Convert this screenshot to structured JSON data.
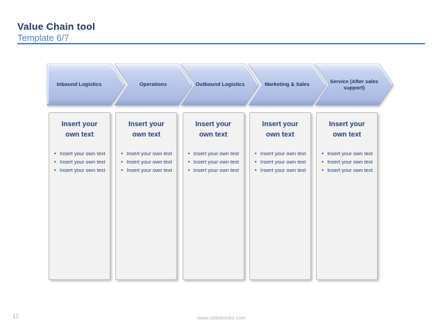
{
  "slide": {
    "title": "Value Chain tool",
    "subtitle": "Template 6/7"
  },
  "chain": {
    "steps": [
      {
        "label": "Inbound Logistics"
      },
      {
        "label": "Operations"
      },
      {
        "label": "Outbound Logistics"
      },
      {
        "label": "Marketing & Sales"
      },
      {
        "label": "Service (After sales support)"
      }
    ]
  },
  "columns": [
    {
      "header": "Insert your own text",
      "bullets": [
        "Insert your own text",
        "Insert your own text",
        "Insert your own text"
      ]
    },
    {
      "header": "Insert your own text",
      "bullets": [
        "Insert your own text",
        "Insert your own text",
        "Insert your own text"
      ]
    },
    {
      "header": "Insert your own text",
      "bullets": [
        "Insert your own text",
        "Insert your own text",
        "Insert your own text"
      ]
    },
    {
      "header": "Insert your own text",
      "bullets": [
        "Insert your own text",
        "Insert your own text",
        "Insert your own text"
      ]
    },
    {
      "header": "Insert your own text",
      "bullets": [
        "Insert your own text",
        "Insert your own text",
        "Insert your own text"
      ]
    }
  ],
  "footer": {
    "page_number": "12",
    "website": "www.slidebooks.com"
  },
  "colors": {
    "title_text": "#17365D",
    "subtitle_text": "#4F81BD",
    "accent_line": "#4F81BD",
    "chevron_fill": "#B8C6E8",
    "chevron_text": "#1F3864",
    "box_fill": "#F2F2F2",
    "box_border": "#BBBBBB",
    "body_text": "#1F3F77",
    "footer_text": "#A8A8A8"
  }
}
